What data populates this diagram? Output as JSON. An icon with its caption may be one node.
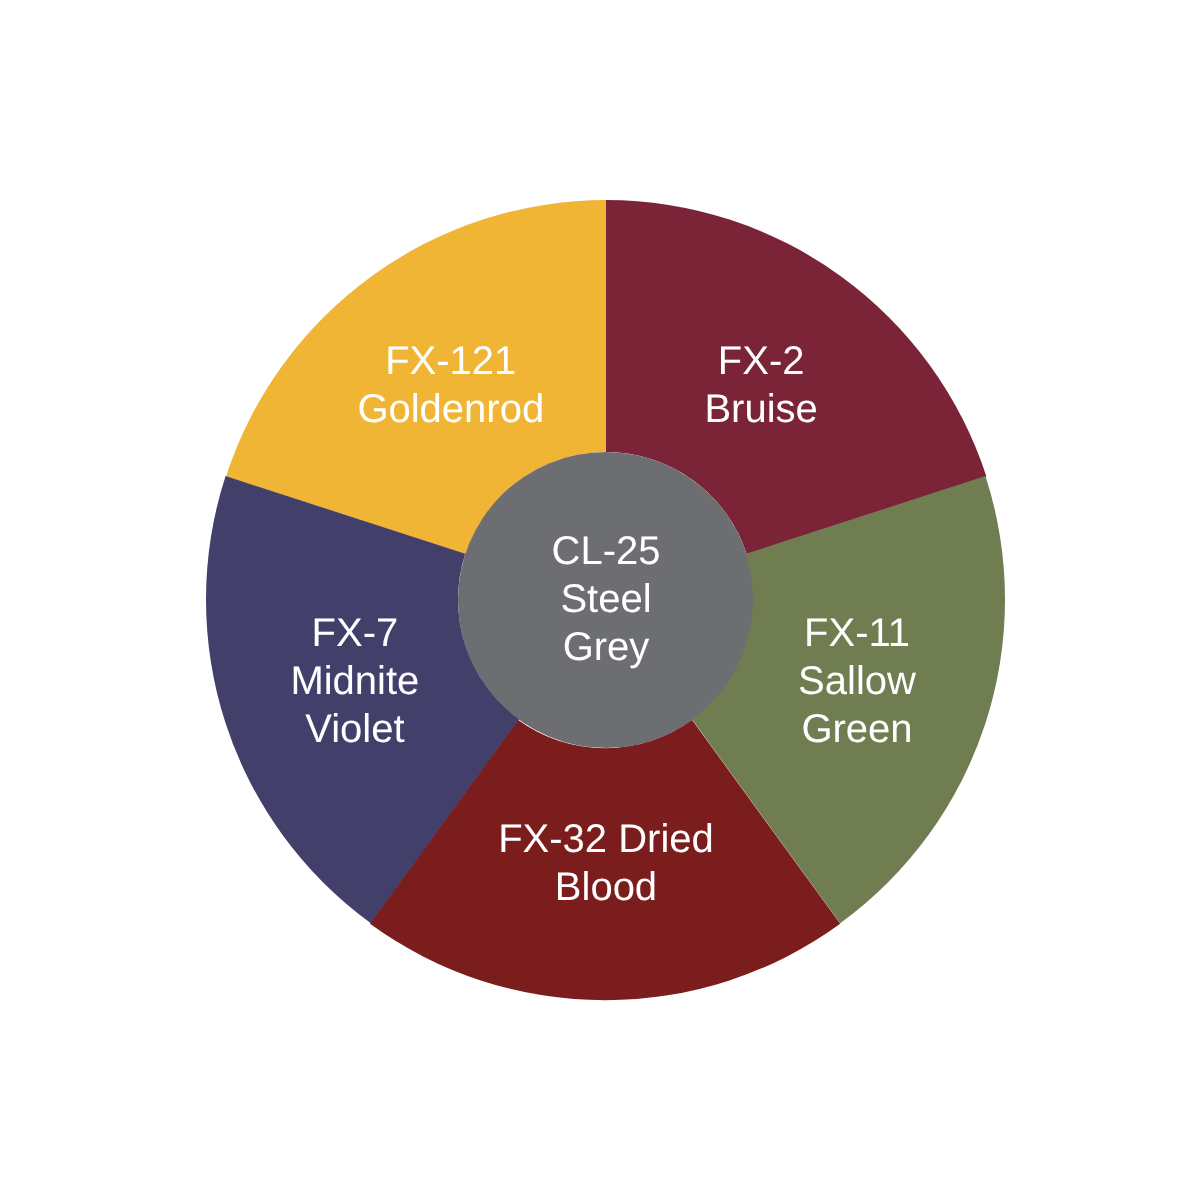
{
  "diagram": {
    "nodes": [
      {
        "text": [
          "FX-121 Goldenrod"
        ]
      },
      {
        "text": [
          "FX-2 Bruise"
        ]
      },
      {
        "text": [
          "CL-25 Steel Grey"
        ]
      },
      {
        "text": [
          "FX-7 Midnite Violet"
        ]
      },
      {
        "text": [
          "FX-11 Sallow Green"
        ]
      },
      {
        "text": [
          "FX-32 Dried Blood"
        ]
      }
    ]
  }
}
